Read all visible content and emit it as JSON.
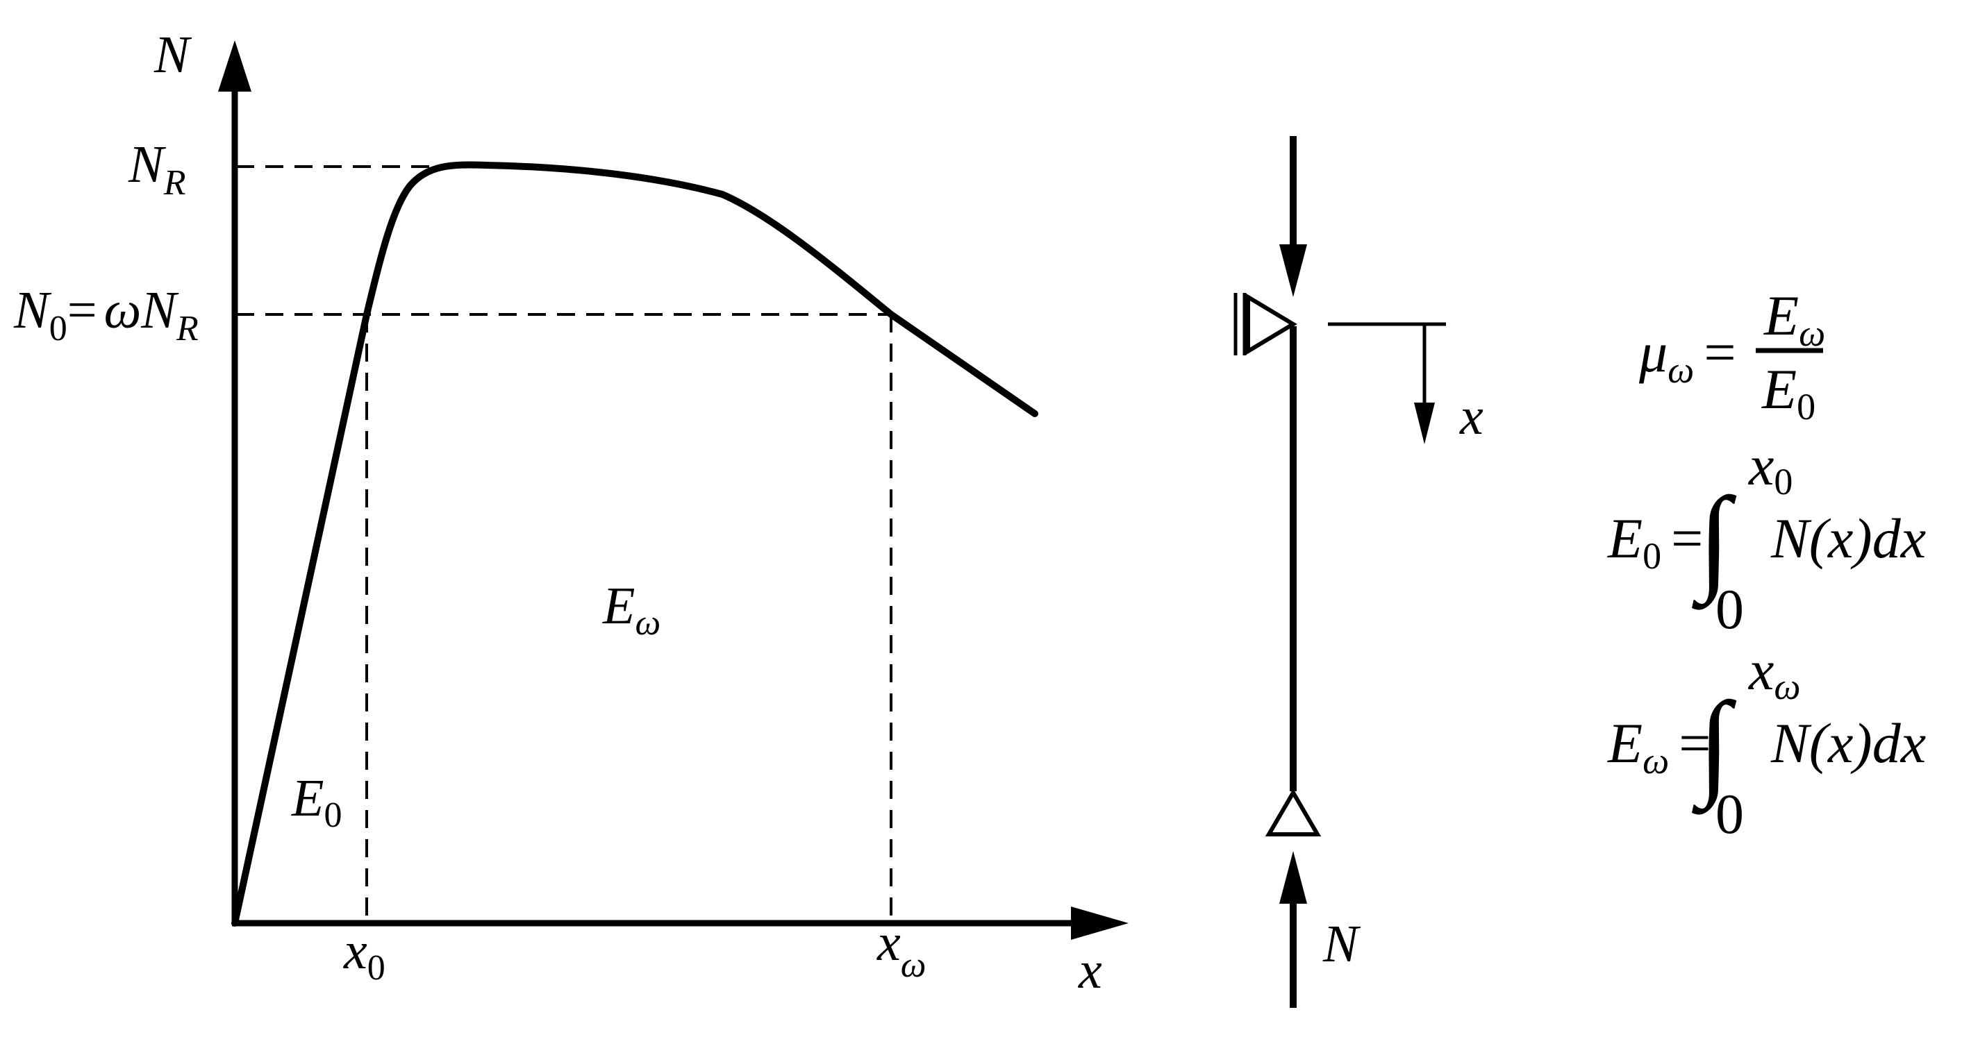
{
  "colors": {
    "ink": "#000000",
    "background": "#ffffff"
  },
  "graph": {
    "y_axis": {
      "label": "N"
    },
    "x_axis": {
      "label": "x"
    },
    "level_NR": {
      "base": "N",
      "sub": "R"
    },
    "level_N0": {
      "lhs_base": "N",
      "lhs_sub": "0",
      "eq": "=",
      "omega": "ω",
      "rhs_base": "N",
      "rhs_sub": "R"
    },
    "tick_x0": {
      "base": "x",
      "sub": "0"
    },
    "tick_xw": {
      "base": "x",
      "sub": "ω"
    },
    "area_E0": {
      "base": "E",
      "sub": "0"
    },
    "area_Ew": {
      "base": "E",
      "sub": "ω"
    }
  },
  "column": {
    "load_bottom_label": "N",
    "displacement_label": "x"
  },
  "formulas": {
    "mu": {
      "base": "μ",
      "sub": "ω",
      "eq": "=",
      "num_base": "E",
      "num_sub": "ω",
      "den_base": "E",
      "den_sub": "0"
    },
    "E0": {
      "base": "E",
      "sub": "0",
      "eq": "=",
      "integral": "∫",
      "upper_base": "x",
      "upper_sub": "0",
      "lower": "0",
      "integrand": "N(x)dx"
    },
    "Ew": {
      "base": "E",
      "sub": "ω",
      "eq": "=",
      "integral": "∫",
      "upper_base": "x",
      "upper_sub": "ω",
      "lower": "0",
      "integrand": "N(x)dx"
    }
  }
}
